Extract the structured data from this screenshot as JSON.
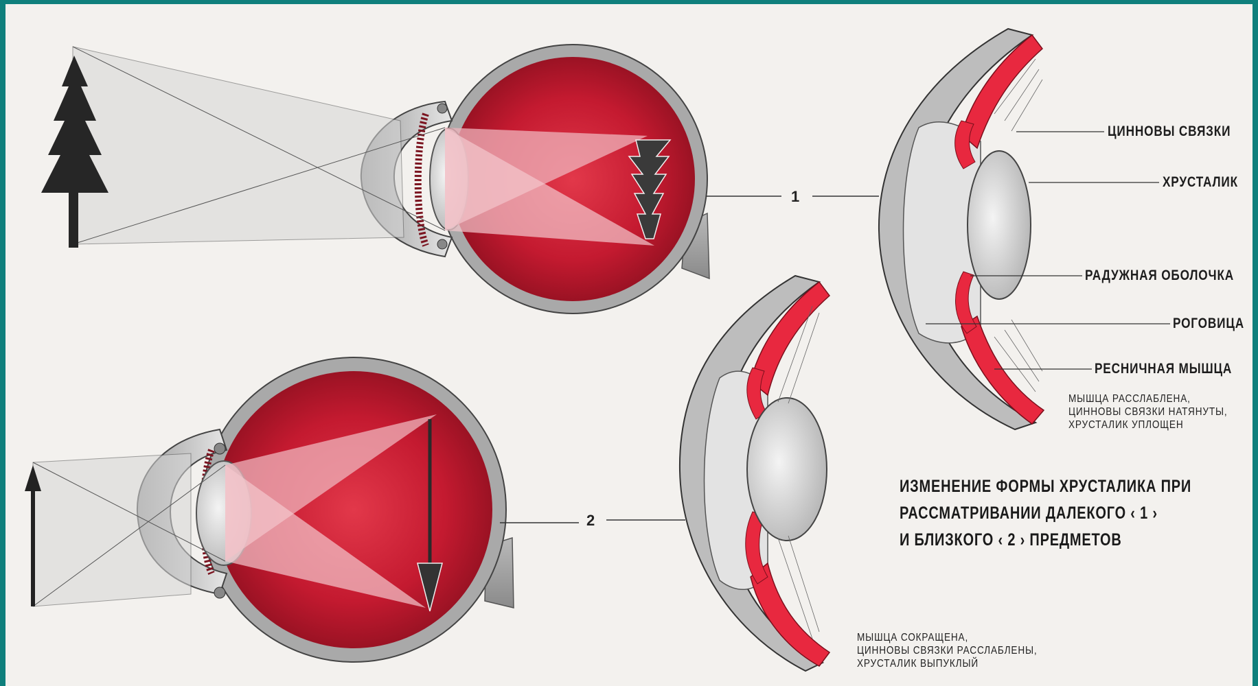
{
  "diagram": {
    "labels": {
      "zinn_ligaments": "ЦИННОВЫ СВЯЗКИ",
      "lens": "ХРУСТАЛИК",
      "iris": "РАДУЖНАЯ ОБОЛОЧКА",
      "cornea": "РОГОВИЦА",
      "ciliary_muscle": "РЕСНИЧНАЯ МЫШЦА"
    },
    "markers": {
      "far": "1",
      "near": "2"
    },
    "note_far": [
      "МЫШЦА РАССЛАБЛЕНА,",
      "ЦИННОВЫ СВЯЗКИ НАТЯНУТЫ,",
      "ХРУСТАЛИК УПЛОЩЕН"
    ],
    "note_near": [
      "МЫШЦА СОКРАЩЕНА,",
      "ЦИННОВЫ СВЯЗКИ РАССЛАБЛЕНЫ,",
      "ХРУСТАЛИК ВЫПУКЛЫЙ"
    ],
    "title_lines": [
      "ИЗМЕНЕНИЕ ФОРМЫ ХРУСТАЛИКА ПРИ",
      "РАССМАТРИВАНИИ ДАЛЕКОГО ‹ 1 ›",
      "И БЛИЗКОГО ‹ 2 › ПРЕДМЕТОВ"
    ],
    "colors": {
      "frame": "#0f7f7c",
      "paper": "#f3f1ee",
      "eye_interior": "#c4192f",
      "muscle": "#e8283f",
      "sclera": "#9a9a9a",
      "light_rays": "#d9d9d9"
    }
  }
}
